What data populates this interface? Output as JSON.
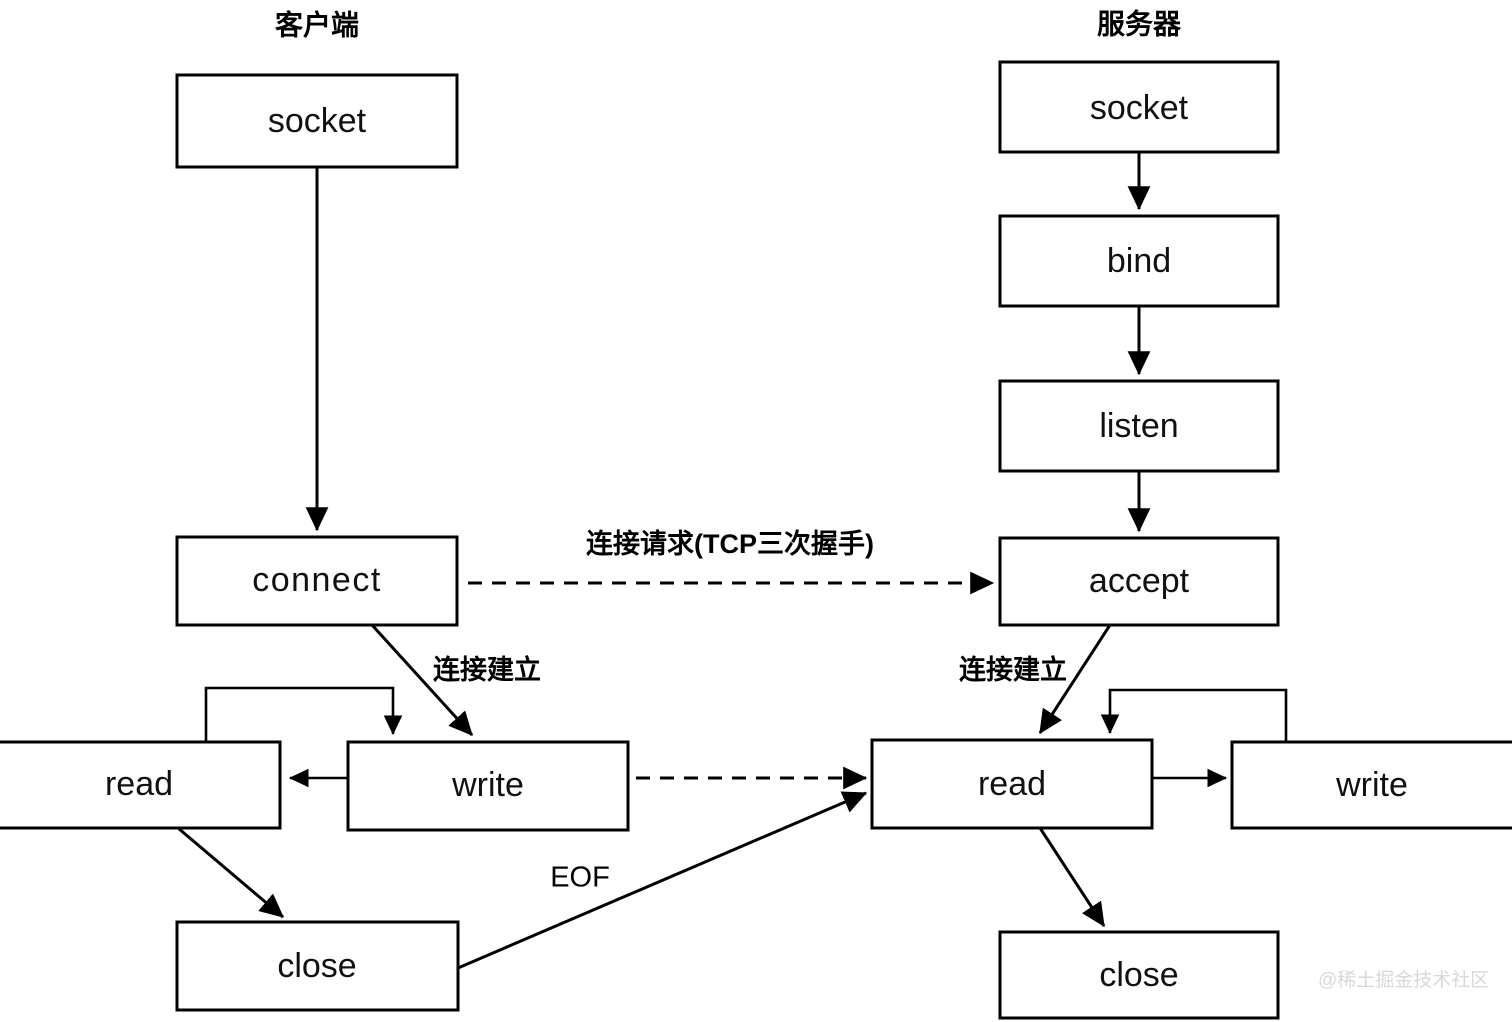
{
  "diagram": {
    "title_client": "客户端",
    "title_server": "服务器",
    "columns": [
      {
        "id": "client",
        "title": "客户端",
        "nodes": [
          {
            "id": "client-socket",
            "label": "socket"
          },
          {
            "id": "client-connect",
            "label": "connect"
          },
          {
            "id": "client-read",
            "label": "read"
          },
          {
            "id": "client-write",
            "label": "write"
          },
          {
            "id": "client-close",
            "label": "close"
          }
        ]
      },
      {
        "id": "server",
        "title": "服务器",
        "nodes": [
          {
            "id": "server-socket",
            "label": "socket"
          },
          {
            "id": "server-bind",
            "label": "bind"
          },
          {
            "id": "server-listen",
            "label": "listen"
          },
          {
            "id": "server-accept",
            "label": "accept"
          },
          {
            "id": "server-read",
            "label": "read"
          },
          {
            "id": "server-write",
            "label": "write"
          },
          {
            "id": "server-close",
            "label": "close"
          }
        ]
      }
    ],
    "edge_labels": {
      "connect_request": "连接请求(TCP三次握手)",
      "connection_established_client": "连接建立",
      "connection_established_server": "连接建立",
      "eof": "EOF"
    },
    "watermark": "@稀土掘金技术社区",
    "colors": {
      "stroke": "#000000",
      "fill": "#ffffff",
      "text": "#111111",
      "watermark": "#d8d8d8",
      "background": "#ffffff"
    }
  }
}
